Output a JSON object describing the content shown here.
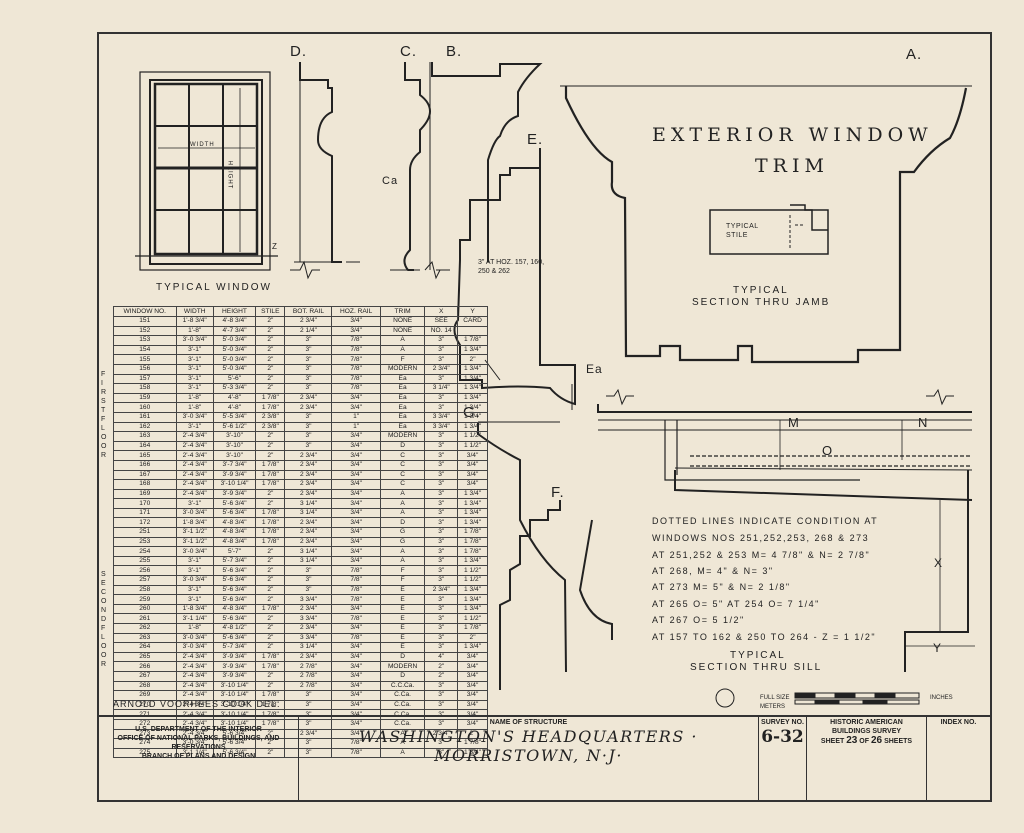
{
  "labels": {
    "d": "D.",
    "c": "C.",
    "b": "B.",
    "a": "A.",
    "e": "E.",
    "ea": "Ea",
    "g": "G.",
    "f": "F.",
    "ca": "Ca",
    "m": "M",
    "n": "N",
    "o": "O",
    "x": "X",
    "y": "Y",
    "width": "WIDTH",
    "height": "HEIGHT",
    "z": "Z",
    "hoz_note": "3\" AT HOZ. 157, 160, 250 & 262",
    "typical_stile": "TYPICAL STILE"
  },
  "titles": {
    "main_line1": "EXTERIOR WINDOW",
    "main_line2": "TRIM",
    "typical_window": "TYPICAL WINDOW",
    "jamb_line1": "TYPICAL",
    "jamb_line2": "SECTION THRU JAMB",
    "sill_line1": "TYPICAL",
    "sill_line2": "SECTION THRU SILL"
  },
  "notes": {
    "line1": "DOTTED LINES INDICATE CONDITION AT",
    "line2": "WINDOWS NOS 251,252,253, 268 & 273",
    "line3": "AT 251,252 & 253   M= 4 7/8\"  & N= 2 7/8\"",
    "line4": "AT 268,            M= 4\"   & N= 3\"",
    "line5": "AT 273             M= 5\"   & N= 2 1/8\"",
    "line6": "AT 265  O= 5\"     AT 254   O= 7 1/4\"",
    "line7": "AT 267  O= 5 1/2\"",
    "line8": "AT 157 TO 162  & 250 TO 264 - Z = 1 1/2\""
  },
  "schedule": {
    "headers": [
      "WINDOW NO.",
      "WIDTH",
      "HEIGHT",
      "STILE",
      "BOT. RAIL",
      "HOZ. RAIL",
      "TRIM",
      "X",
      "Y"
    ],
    "rows": [
      [
        "151",
        "1'-8 3/4\"",
        "4'-8 3/4\"",
        "2\"",
        "2 3/4\"",
        "3/4\"",
        "NONE",
        "SEE",
        "CARD"
      ],
      [
        "152",
        "1'-8\"",
        "4'-7 3/4\"",
        "2\"",
        "2 1/4\"",
        "3/4\"",
        "NONE",
        "NO. 14",
        ""
      ],
      [
        "153",
        "3'-0 3/4\"",
        "5'-0 3/4\"",
        "2\"",
        "3\"",
        "7/8\"",
        "A",
        "3\"",
        "1 7/8\""
      ],
      [
        "154",
        "3'-1\"",
        "5'-0 3/4\"",
        "2\"",
        "3\"",
        "7/8\"",
        "A",
        "3\"",
        "1 3/4\""
      ],
      [
        "155",
        "3'-1\"",
        "5'-0 3/4\"",
        "2\"",
        "3\"",
        "7/8\"",
        "F",
        "3\"",
        "2\""
      ],
      [
        "156",
        "3'-1\"",
        "5'-0 3/4\"",
        "2\"",
        "3\"",
        "7/8\"",
        "MODERN",
        "2 3/4\"",
        "1 3/4\""
      ],
      [
        "157",
        "3'-1\"",
        "5'-6\"",
        "2\"",
        "3\"",
        "7/8\"",
        "Ea",
        "3\"",
        "1 3/4\""
      ],
      [
        "158",
        "3'-1\"",
        "5'-3 3/4\"",
        "2\"",
        "3\"",
        "7/8\"",
        "Ea",
        "3 1/4\"",
        "1 3/4\""
      ],
      [
        "159",
        "1'-8\"",
        "4'-8\"",
        "1 7/8\"",
        "2 3/4\"",
        "3/4\"",
        "Ea",
        "3\"",
        "1 3/4\""
      ],
      [
        "160",
        "1'-8\"",
        "4'-8\"",
        "1 7/8\"",
        "2 3/4\"",
        "3/4\"",
        "Ea",
        "3\"",
        "1 3/4\""
      ],
      [
        "161",
        "3'-0 3/4\"",
        "5'-5 3/4\"",
        "2 3/8\"",
        "3\"",
        "1\"",
        "Ea",
        "3 3/4\"",
        "1 3/4\""
      ],
      [
        "162",
        "3'-1\"",
        "5'-6 1/2\"",
        "2 3/8\"",
        "3\"",
        "1\"",
        "Ea",
        "3 3/4\"",
        "1 3/4\""
      ],
      [
        "163",
        "2'-4 3/4\"",
        "3'-10\"",
        "2\"",
        "3\"",
        "3/4\"",
        "MODERN",
        "3\"",
        "1 1/2\""
      ],
      [
        "164",
        "2'-4 3/4\"",
        "3'-10\"",
        "2\"",
        "3\"",
        "3/4\"",
        "D",
        "3\"",
        "1 1/2\""
      ],
      [
        "165",
        "2'-4 3/4\"",
        "3'-10\"",
        "2\"",
        "2 3/4\"",
        "3/4\"",
        "C",
        "3\"",
        "3/4\""
      ],
      [
        "166",
        "2'-4 3/4\"",
        "3'-7 3/4\"",
        "1 7/8\"",
        "2 3/4\"",
        "3/4\"",
        "C",
        "3\"",
        "3/4\""
      ],
      [
        "167",
        "2'-4 3/4\"",
        "3'-9 3/4\"",
        "1 7/8\"",
        "2 3/4\"",
        "3/4\"",
        "C",
        "3\"",
        "3/4\""
      ],
      [
        "168",
        "2'-4 3/4\"",
        "3'-10 1/4\"",
        "1 7/8\"",
        "2 3/4\"",
        "3/4\"",
        "C",
        "3\"",
        "3/4\""
      ],
      [
        "169",
        "2'-4 3/4\"",
        "3'-9 3/4\"",
        "2\"",
        "2 3/4\"",
        "3/4\"",
        "A",
        "3\"",
        "1 3/4\""
      ],
      [
        "170",
        "3'-1\"",
        "5'-6 3/4\"",
        "2\"",
        "3 1/4\"",
        "3/4\"",
        "A",
        "3\"",
        "1 3/4\""
      ],
      [
        "171",
        "3'-0 3/4\"",
        "5'-6 3/4\"",
        "1 7/8\"",
        "3 1/4\"",
        "3/4\"",
        "A",
        "3\"",
        "1 3/4\""
      ],
      [
        "172",
        "1'-8 3/4\"",
        "4'-8 3/4\"",
        "1 7/8\"",
        "2 3/4\"",
        "3/4\"",
        "D",
        "3\"",
        "1 3/4\""
      ],
      [
        "251",
        "3'-1 1/2\"",
        "4'-8 3/4\"",
        "1 7/8\"",
        "2 3/4\"",
        "3/4\"",
        "G",
        "3\"",
        "1 7/8\""
      ],
      [
        "253",
        "3'-1 1/2\"",
        "4'-8 3/4\"",
        "1 7/8\"",
        "2 3/4\"",
        "3/4\"",
        "G",
        "3\"",
        "1 7/8\""
      ],
      [
        "254",
        "3'-0 3/4\"",
        "5'-7\"",
        "2\"",
        "3 1/4\"",
        "3/4\"",
        "A",
        "3\"",
        "1 7/8\""
      ],
      [
        "255",
        "3'-1\"",
        "5'-7 3/4\"",
        "2\"",
        "3 1/4\"",
        "3/4\"",
        "A",
        "3\"",
        "1 3/4\""
      ],
      [
        "256",
        "3'-1\"",
        "5'-6 3/4\"",
        "2\"",
        "3\"",
        "7/8\"",
        "F",
        "3\"",
        "1 1/2\""
      ],
      [
        "257",
        "3'-0 3/4\"",
        "5'-6 3/4\"",
        "2\"",
        "3\"",
        "7/8\"",
        "F",
        "3\"",
        "1 1/2\""
      ],
      [
        "258",
        "3'-1\"",
        "5'-6 3/4\"",
        "2\"",
        "3\"",
        "7/8\"",
        "E",
        "2 3/4\"",
        "1 3/4\""
      ],
      [
        "259",
        "3'-1\"",
        "5'-6 3/4\"",
        "2\"",
        "3 3/4\"",
        "7/8\"",
        "E",
        "3\"",
        "1 3/4\""
      ],
      [
        "260",
        "1'-8 3/4\"",
        "4'-8 3/4\"",
        "1 7/8\"",
        "2 3/4\"",
        "3/4\"",
        "E",
        "3\"",
        "1 3/4\""
      ],
      [
        "261",
        "3'-1 1/4\"",
        "5'-6 3/4\"",
        "2\"",
        "3 3/4\"",
        "7/8\"",
        "E",
        "3\"",
        "1 1/2\""
      ],
      [
        "262",
        "1'-8\"",
        "4'-8 1/2\"",
        "2\"",
        "2 3/4\"",
        "3/4\"",
        "E",
        "3\"",
        "1 7/8\""
      ],
      [
        "263",
        "3'-0 3/4\"",
        "5'-6 3/4\"",
        "2\"",
        "3 3/4\"",
        "7/8\"",
        "E",
        "3\"",
        "2\""
      ],
      [
        "264",
        "3'-0 3/4\"",
        "5'-7 3/4\"",
        "2\"",
        "3 1/4\"",
        "3/4\"",
        "E",
        "3\"",
        "1 3/4\""
      ],
      [
        "265",
        "2'-4 3/4\"",
        "3'-9 3/4\"",
        "1 7/8\"",
        "2 3/4\"",
        "3/4\"",
        "D",
        "4\"",
        "3/4\""
      ],
      [
        "266",
        "2'-4 3/4\"",
        "3'-9 3/4\"",
        "1 7/8\"",
        "2 7/8\"",
        "3/4\"",
        "MODERN",
        "2\"",
        "3/4\""
      ],
      [
        "267",
        "2'-4 3/4\"",
        "3'-9 3/4\"",
        "2\"",
        "2 7/8\"",
        "3/4\"",
        "D",
        "2\"",
        "3/4\""
      ],
      [
        "268",
        "2'-4 3/4\"",
        "3'-10 1/4\"",
        "2\"",
        "2 7/8\"",
        "3/4\"",
        "C.C.Ca.",
        "3\"",
        "3/4\""
      ],
      [
        "269",
        "2'-4 3/4\"",
        "3'-10 1/4\"",
        "1 7/8\"",
        "3\"",
        "3/4\"",
        "C.Ca.",
        "3\"",
        "3/4\""
      ],
      [
        "270",
        "2'-4 3/4\"",
        "3'-10 1/4\"",
        "1 7/8\"",
        "3\"",
        "3/4\"",
        "C.Ca.",
        "3\"",
        "3/4\""
      ],
      [
        "271",
        "2'-4 3/4\"",
        "3'-10 1/4\"",
        "1 7/8\"",
        "3\"",
        "3/4\"",
        "C.Ca.",
        "3\"",
        "3/4\""
      ],
      [
        "272",
        "2'-4 3/4\"",
        "3'-10 1/4\"",
        "1 7/8\"",
        "3\"",
        "3/4\"",
        "C.Ca.",
        "3\"",
        "3/4\""
      ],
      [
        "273",
        "2'-4 3/4\"",
        "5'-6 3/4\"",
        "2\"",
        "2 3/4\"",
        "3/4\"",
        "A",
        "2 3/4\"",
        "2\""
      ],
      [
        "274",
        "3'-0 3/4\"",
        "5'-6 3/4\"",
        "2\"",
        "3\"",
        "7/8\"",
        "A",
        "3\"",
        "1 7/8\""
      ],
      [
        "275",
        "3'-1 1/4\"",
        "5'-6 3/4\"",
        "2\"",
        "3\"",
        "7/8\"",
        "A",
        "3\"",
        "1 3/4\""
      ]
    ],
    "side_label_top": "FIRST FLOOR",
    "side_label_bottom": "SECOND FLOOR"
  },
  "signature": "ARNOLD VOORHEES COOK  DEL.",
  "scale": {
    "full_size": "FULL SIZE",
    "inches": "INCHES",
    "meters": "METERS"
  },
  "title_block": {
    "agency_line1": "U.S. DEPARTMENT OF THE INTERIOR",
    "agency_line2": "OFFICE OF NATIONAL PARKS, BUILDINGS, AND RESERVATIONS",
    "agency_line3": "BRANCH OF PLANS AND DESIGN",
    "structure_label": "NAME OF STRUCTURE",
    "structure_name": "WASHINGTON'S HEADQUARTERS · MORRISTOWN, N·J·",
    "survey_label": "SURVEY NO.",
    "survey_no": "6-32",
    "habs_line1": "HISTORIC AMERICAN",
    "habs_line2": "BUILDINGS SURVEY",
    "sheet_prefix": "SHEET",
    "sheet_no": "23",
    "sheet_of": "OF",
    "sheet_total": "26",
    "sheet_suffix": "SHEETS",
    "index_label": "INDEX NO."
  }
}
